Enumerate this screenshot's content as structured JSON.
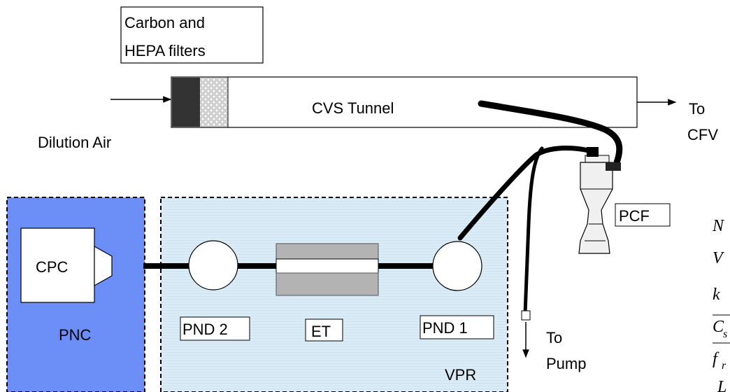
{
  "labels": {
    "filters_line1": "Carbon and",
    "filters_line2": "HEPA filters",
    "dilution_air": "Dilution Air",
    "tunnel": "CVS Tunnel",
    "to_cfv_line1": "To",
    "to_cfv_line2": "CFV",
    "pcf": "PCF",
    "cpc": "CPC",
    "pnc": "PNC",
    "pnd2": "PND 2",
    "et": "ET",
    "pnd1": "PND 1",
    "to_pump_line1": "To",
    "to_pump_line2": "Pump",
    "vpr": "VPR"
  },
  "equation_fragments": [
    "N",
    "V",
    "k",
    "C",
    "s",
    "f",
    "r",
    "L"
  ],
  "colors": {
    "pnc_fill": "#6b8ff7",
    "vpr_fill": "#d9ecf7",
    "filter_dark": "#333333",
    "filter_hepa": "#cfcfcf",
    "et_gray": "#b3b3b3",
    "pcf_fill": "#f0f0f0",
    "line": "#000000"
  }
}
